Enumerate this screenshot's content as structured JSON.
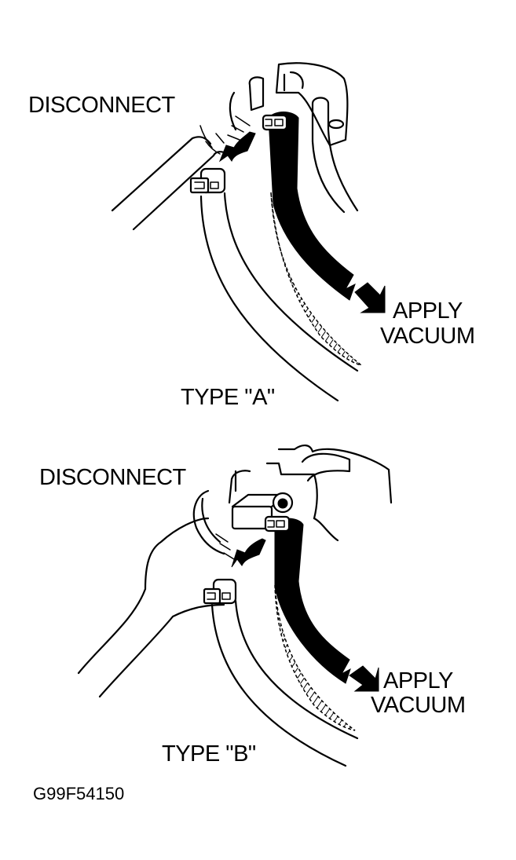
{
  "figure_id": "G99F54150",
  "panels": [
    {
      "type_label": "TYPE \"A\"",
      "disconnect_label": "DISCONNECT",
      "apply_label_line1": "APPLY",
      "apply_label_line2": "VACUUM"
    },
    {
      "type_label": "TYPE \"B\"",
      "disconnect_label": "DISCONNECT",
      "apply_label_line1": "APPLY",
      "apply_label_line2": "VACUUM"
    }
  ],
  "colors": {
    "ink": "#000000",
    "paper": "#ffffff"
  }
}
